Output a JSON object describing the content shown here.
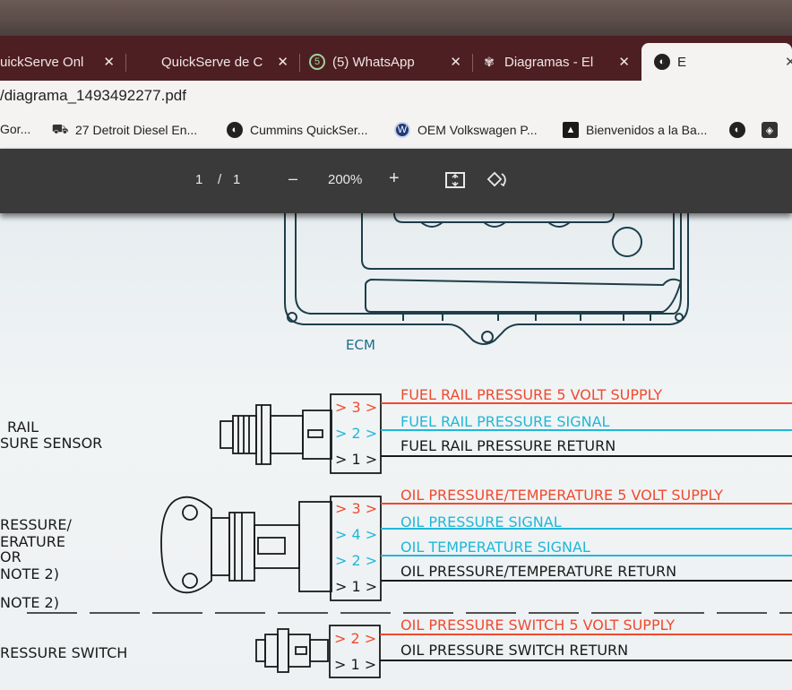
{
  "tabs": [
    {
      "title": "uickServe Onl",
      "icon": "quickserve-icon",
      "close": "✕"
    },
    {
      "title": "QuickServe de C",
      "icon": "",
      "close": "✕"
    },
    {
      "title": "(5) WhatsApp",
      "icon": "whatsapp-icon",
      "close": "✕"
    },
    {
      "title": "Diagramas - El",
      "icon": "diagram-icon",
      "close": "✕"
    },
    {
      "title": "E",
      "icon": "globe-icon",
      "close": "",
      "active": true
    }
  ],
  "address": {
    "url": "/diagrama_1493492277.pdf"
  },
  "bookmarks": [
    {
      "label": "Gor...",
      "icon": ""
    },
    {
      "label": "27 Detroit Diesel En...",
      "icon": "truck-icon"
    },
    {
      "label": "Cummins QuickSer...",
      "icon": "globe-icon"
    },
    {
      "label": "OEM Volkswagen P...",
      "icon": "volkswagen-icon"
    },
    {
      "label": "Bienvenidos a la Ba...",
      "icon": "triangle-icon"
    }
  ],
  "pdf_toolbar": {
    "page_current": "1",
    "page_sep": "/",
    "page_total": "1",
    "zoom_out": "–",
    "zoom": "200%",
    "zoom_in": "+"
  },
  "diagram": {
    "ecm_label": "ECM",
    "sensor_labels": {
      "fuel_rail_1": "RAIL",
      "fuel_rail_2": "SURE SENSOR",
      "oil_1": "RESSURE/",
      "oil_2": "ERATURE",
      "oil_3": "OR",
      "oil_4": "NOTE 2)",
      "oil_5": "NOTE 2)",
      "switch_1": "RESSURE SWITCH"
    },
    "fuel_rail_connector": [
      {
        "pin": "> 3 >",
        "wire": "FUEL RAIL PRESSURE 5 VOLT SUPPLY",
        "color": "#f04a2e"
      },
      {
        "pin": "> 2 >",
        "wire": "FUEL RAIL PRESSURE SIGNAL",
        "color": "#1fb8d8"
      },
      {
        "pin": "> 1 >",
        "wire": "FUEL RAIL PRESSURE RETURN",
        "color": "#1a1a1a"
      }
    ],
    "oil_connector": [
      {
        "pin": "> 3 >",
        "wire": "OIL PRESSURE/TEMPERATURE 5 VOLT SUPPLY",
        "color": "#f04a2e"
      },
      {
        "pin": "> 4 >",
        "wire": "OIL PRESSURE SIGNAL",
        "color": "#1fb8d8"
      },
      {
        "pin": "> 2 >",
        "wire": "OIL TEMPERATURE SIGNAL",
        "color": "#1fb8d8"
      },
      {
        "pin": "> 1 >",
        "wire": "OIL PRESSURE/TEMPERATURE RETURN",
        "color": "#1a1a1a"
      }
    ],
    "switch_connector": [
      {
        "pin": "> 2 >",
        "wire": "OIL PRESSURE SWITCH 5 VOLT SUPPLY",
        "color": "#f04a2e"
      },
      {
        "pin": "> 1 >",
        "wire": "OIL PRESSURE SWITCH RETURN",
        "color": "#1a1a1a"
      }
    ]
  }
}
